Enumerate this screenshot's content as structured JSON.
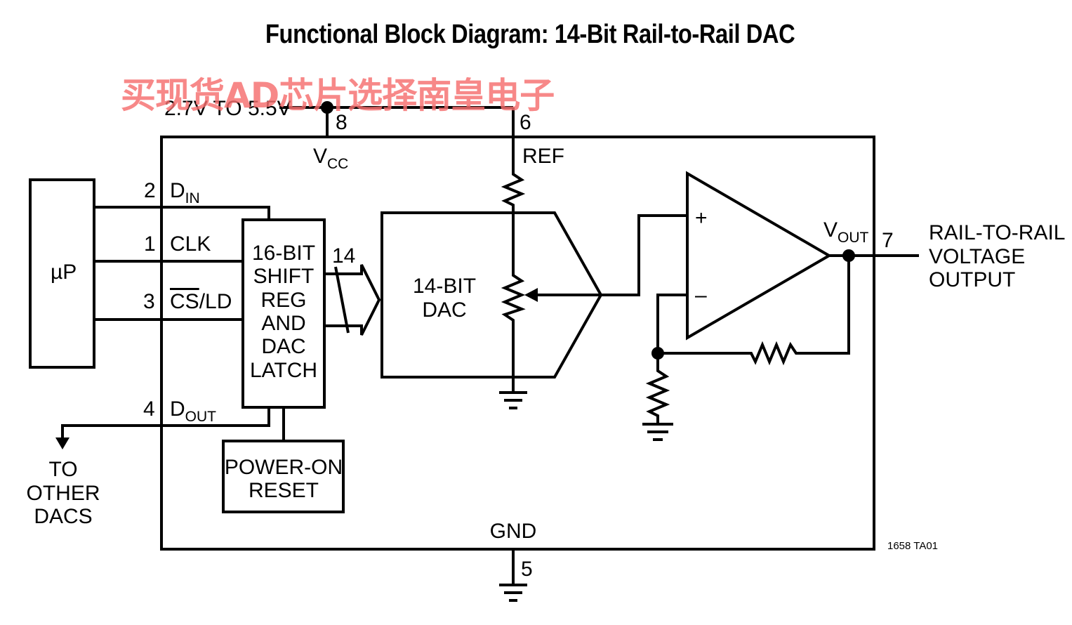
{
  "title": "Functional Block Diagram: 14-Bit Rail-to-Rail DAC",
  "watermark": "买现货AD芯片选择南皇电子",
  "supply": {
    "label": "2.7V TO 5.5V"
  },
  "pins": {
    "vcc": {
      "number": "8",
      "name": "V",
      "sub": "CC"
    },
    "ref": {
      "number": "6",
      "name": "REF"
    },
    "din": {
      "number": "2",
      "name": "D",
      "sub": "IN"
    },
    "clk": {
      "number": "1",
      "name": "CLK"
    },
    "csld": {
      "number": "3",
      "name_over": "CS",
      "name_rest": "/LD"
    },
    "dout": {
      "number": "4",
      "name": "D",
      "sub": "OUT"
    },
    "vout": {
      "number": "7",
      "name": "V",
      "sub": "OUT"
    },
    "gnd": {
      "number": "5",
      "name": "GND"
    }
  },
  "blocks": {
    "microprocessor": "µP",
    "shift_reg": [
      "16-BIT",
      "SHIFT",
      "REG",
      "AND",
      "DAC",
      "LATCH"
    ],
    "bus_width": "14",
    "dac": [
      "14-BIT",
      "DAC"
    ],
    "power_on_reset": [
      "POWER-ON",
      "RESET"
    ],
    "amp_plus": "+",
    "amp_minus": "–"
  },
  "output_label": [
    "RAIL-TO-RAIL",
    "VOLTAGE",
    "OUTPUT"
  ],
  "to_other_dacs": [
    "TO",
    "OTHER",
    "DACS"
  ],
  "figure_id": "1658 TA01"
}
